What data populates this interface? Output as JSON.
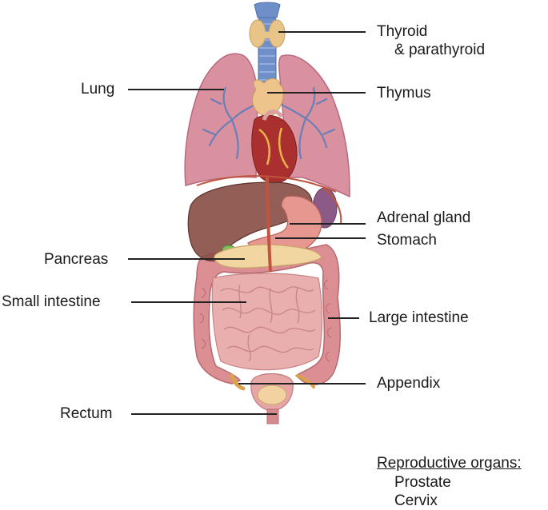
{
  "labels": {
    "thyroid": "Thyroid",
    "parathyroid": "& parathyroid",
    "lung": "Lung",
    "thymus": "Thymus",
    "adrenal": "Adrenal gland",
    "stomach": "Stomach",
    "pancreas": "Pancreas",
    "small_intestine": "Small intestine",
    "large_intestine": "Large intestine",
    "appendix": "Appendix",
    "rectum": "Rectum"
  },
  "reproductive": {
    "heading": "Reproductive organs:",
    "items": [
      "Prostate",
      "Cervix"
    ]
  },
  "colors": {
    "lung": "#d9909f",
    "bronchi": "#6a7fb8",
    "trachea": "#6f8fc8",
    "thyroid": "#e9c489",
    "liver": "#8a5048",
    "intestine": "#e2a1a3",
    "stomach": "#e6978f",
    "pancreas": "#f1d6a2",
    "kidney": "#8b5a86",
    "heart": "#a9302f",
    "vessel": "#c0543e",
    "leader": "#222222"
  }
}
